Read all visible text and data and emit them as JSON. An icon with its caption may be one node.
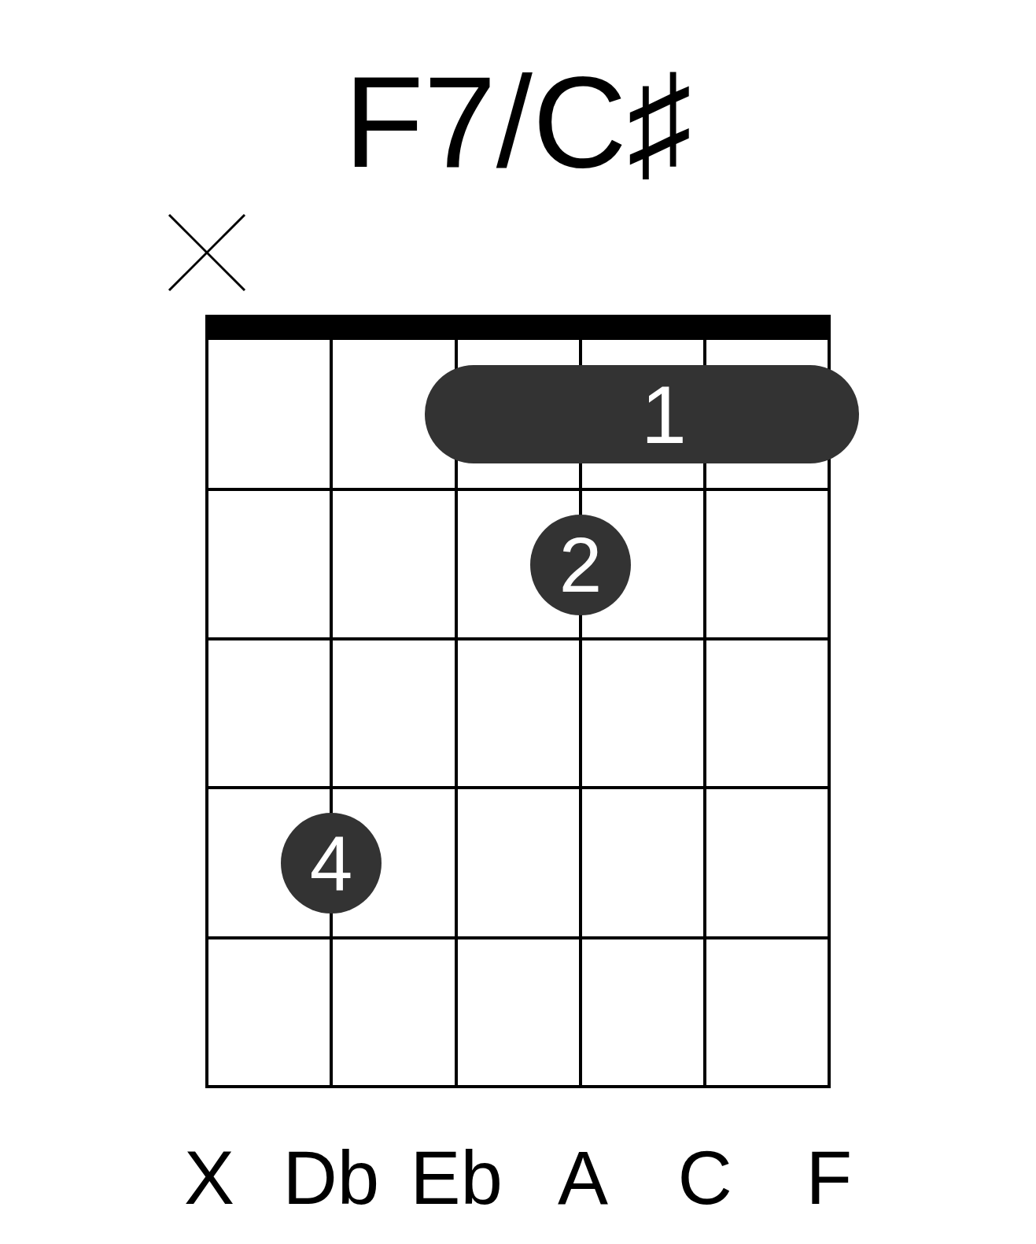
{
  "diagram": {
    "title": "F7/C♯",
    "nodes": [
      {
        "text": [
          "1"
        ]
      },
      {
        "text": [
          "2"
        ]
      },
      {
        "text": [
          "4"
        ]
      }
    ],
    "labels": [
      "X",
      "Db",
      "Eb",
      "A",
      "C",
      "F"
    ]
  }
}
